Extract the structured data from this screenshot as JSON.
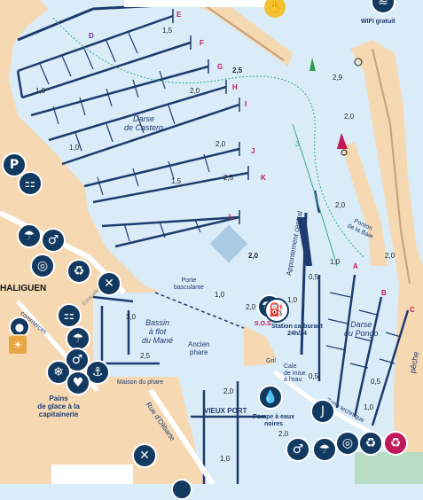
{
  "map": {
    "wifi_label": "WIFI gratuit",
    "place_haliguen": "HALIGUEN",
    "darse_castero": "Darse\nde Castero",
    "darse_pongo": "Darse\ndu Pongo",
    "bassin_mane": "Bassin\nà flot\ndu Mané",
    "porte_basculante": "Porte\nbasculante",
    "ancien_phare": "Ancien\nphare",
    "appontement_central": "Appontement central",
    "ponton_baie": "Ponton\nde la Baie",
    "vieux_port": "VIEUX PORT",
    "station_carburant": "Station carburant\n24h/24",
    "pompe_eaux_noires": "Pompe à eaux\nnoires",
    "pains_glace": "Pains\nde glace à la\ncapitainerie",
    "maison_phare": "Maison du phare",
    "rue_olibarte": "Rue d'Olibarte",
    "commerces": "commerces",
    "zone_technique": "Zone technique",
    "cale_mise_eau": "Cale\nde mise\nà l'eau",
    "sos": "S.O.S",
    "grill": "Gril",
    "peche": "pêche",
    "estacade": "Estacade",
    "pontoon_letters": [
      "D",
      "E",
      "F",
      "G",
      "H",
      "I",
      "J",
      "K",
      "L",
      "A",
      "B",
      "C"
    ],
    "depths": [
      "1,5",
      "2,5",
      "2,9",
      "1,0",
      "2,0",
      "2,0",
      "1,0",
      "2,0",
      "1,5",
      "2,5",
      "2,0",
      "2,0",
      "1,0",
      "2,0",
      "0,5",
      "3,0",
      "2,5",
      "1,0",
      "2,0",
      "1,0",
      "0,5",
      "1,0",
      "0,5",
      "2,0",
      "3",
      "1,0",
      "2,0"
    ]
  },
  "icons": [
    "wifi-icon",
    "parking-icon",
    "cart-icon",
    "shower-icon",
    "toilets-icon",
    "laundry-icon",
    "recycle-icon",
    "restaurant-icon",
    "sos-phone-icon",
    "fuel-icon",
    "water-drop-icon",
    "hook-icon",
    "anchor-icon",
    "ice-icon",
    "medical-icon",
    "bike-icon",
    "lion-mascot-icon",
    "hand-icon",
    "no-anchor-icon"
  ]
}
